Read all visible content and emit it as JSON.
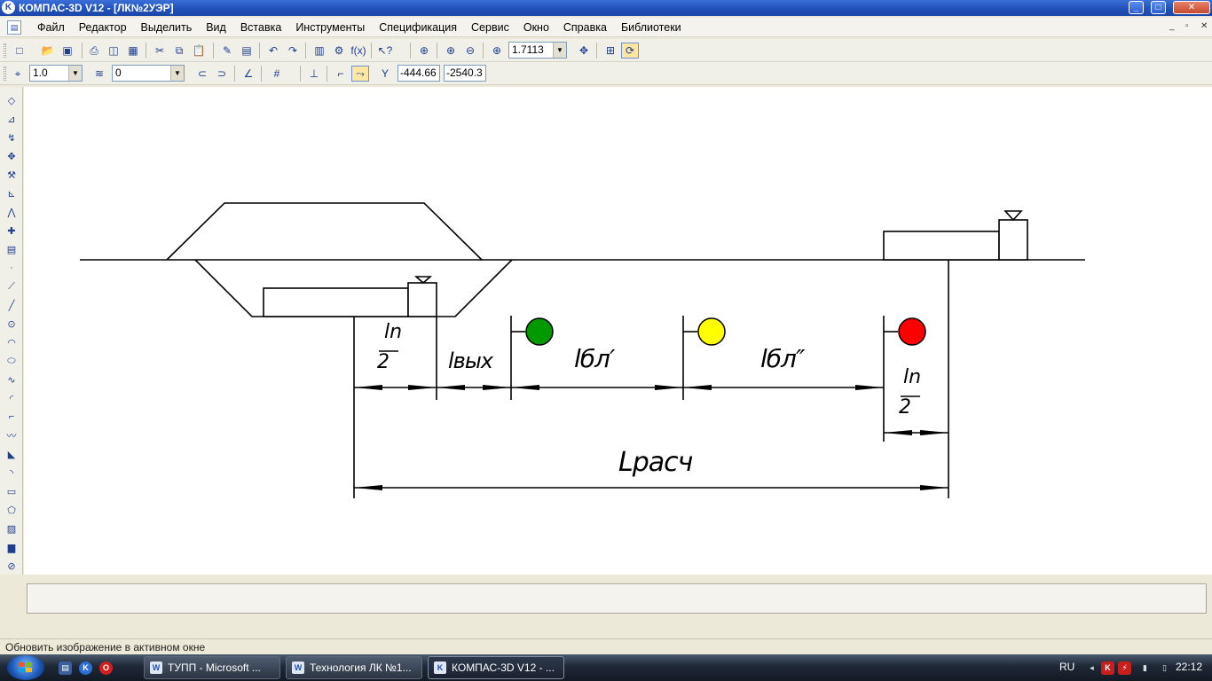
{
  "window": {
    "app_icon_glyph": "K",
    "title": "КОМПАС-3D V12 - [ЛК№2УЭР]",
    "buttons": {
      "minimize": "_",
      "maximize": "□",
      "close": "✕"
    }
  },
  "menubar": {
    "doc_icon": "document-icon",
    "items": [
      "Файл",
      "Редактор",
      "Выделить",
      "Вид",
      "Вставка",
      "Инструменты",
      "Спецификация",
      "Сервис",
      "Окно",
      "Справка",
      "Библиотеки"
    ],
    "mdi_buttons": {
      "minimize": "_",
      "restore": "▫",
      "close": "✕"
    }
  },
  "toolbar_standard": {
    "zoom_value": "1.7113",
    "icons": [
      "new-document-icon",
      "open-icon",
      "save-icon",
      "print-icon",
      "print-preview-icon",
      "cut-icon",
      "copy-icon",
      "paste-icon",
      "format-brush-icon",
      "properties-icon",
      "undo-icon",
      "redo-icon",
      "manager-icon",
      "variables-icon",
      "function-icon",
      "help-pointer-icon",
      "zoom-window-icon",
      "zoom-in-icon",
      "zoom-out-icon",
      "zoom-scale-icon",
      "pan-icon",
      "show-all-icon",
      "refresh-icon"
    ]
  },
  "toolbar_current_state": {
    "step_value": "1.0",
    "layer_value": "0",
    "coord_label": "Y",
    "coord_x": "-444.66",
    "coord_y": "-2540.3"
  },
  "left_tools": [
    "geometry-icon",
    "dimensions-icon",
    "designations-icon",
    "editing-icon",
    "parametrization-icon",
    "measure-icon",
    "selection-icon",
    "spec-icon",
    "reports-icon",
    "point-icon",
    "auxiliary-line-icon",
    "segment-icon",
    "circle-icon",
    "arc-icon",
    "ellipse-icon",
    "spline-icon",
    "fillet-icon",
    "polyline-icon",
    "curve-icon",
    "chamfer-icon",
    "rounding-icon",
    "rectangle-icon",
    "polygon-icon",
    "hatch-icon",
    "fill-icon",
    "stop-icon"
  ],
  "drawing": {
    "labels": {
      "ln_half_left_num": "ln",
      "ln_half_left_den": "2",
      "l_vyh": "lвых",
      "l_bl1": "lбл′",
      "l_bl2": "lбл″",
      "ln_half_right_num": "ln",
      "ln_half_right_den": "2",
      "l_rasch": "Lрасч"
    },
    "signal_colors": [
      "#009900",
      "#ffff00",
      "#ff0000"
    ]
  },
  "statusbar": {
    "text": "Обновить изображение в активном окне"
  },
  "taskbar": {
    "tasks": [
      {
        "label": "ТУПП - Microsoft ...",
        "icon": "word-icon"
      },
      {
        "label": "Технология ЛК №1...",
        "icon": "word-icon"
      },
      {
        "label": "КОМПАС-3D V12 - ...",
        "icon": "kompas-icon"
      }
    ],
    "language": "RU",
    "clock": "22:12"
  }
}
